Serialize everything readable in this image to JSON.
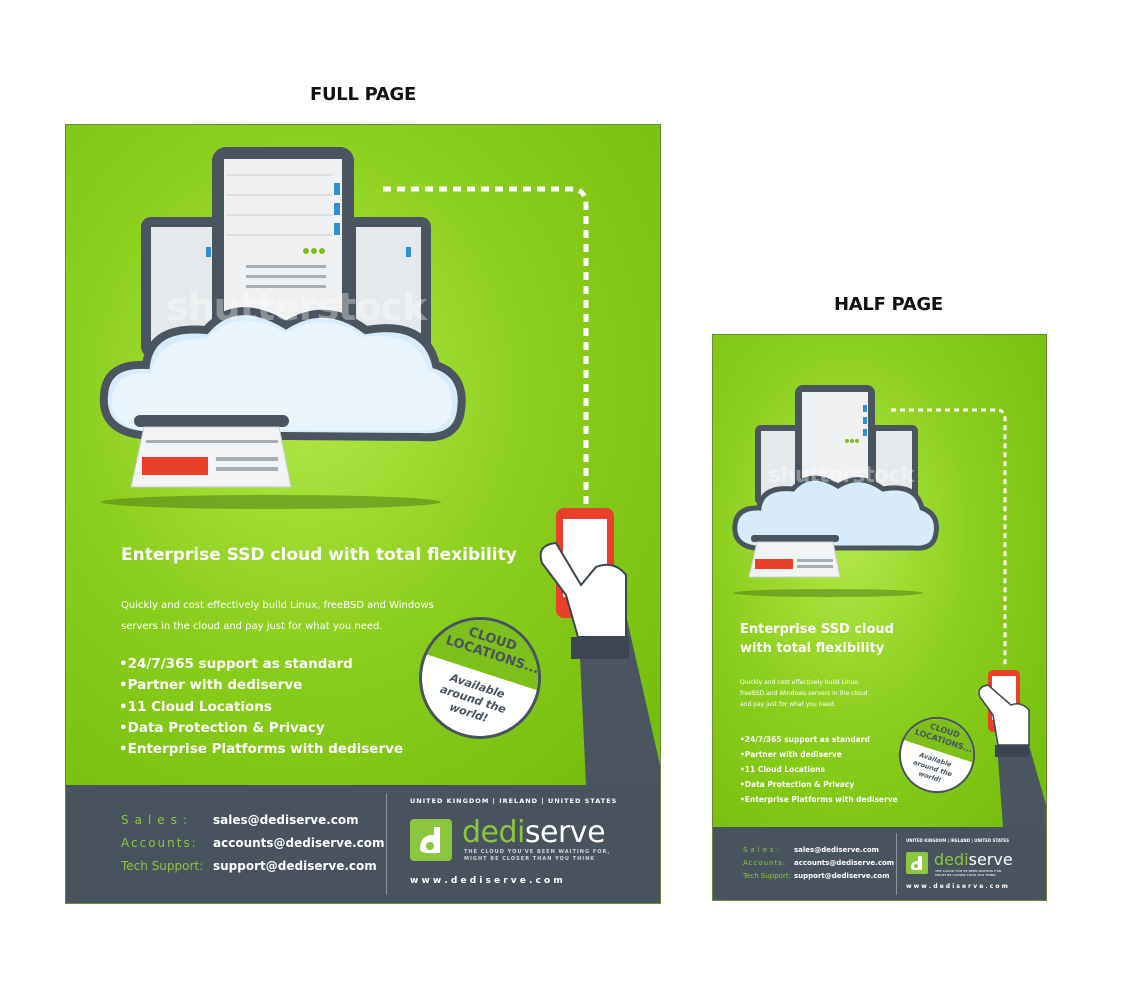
{
  "labels": {
    "full": "FULL PAGE",
    "half": "HALF PAGE"
  },
  "ad": {
    "headline": "Enterprise SSD cloud with total flexibility",
    "headline_half_l1": "Enterprise SSD cloud",
    "headline_half_l2": "with total flexibility",
    "body": "Quickly and cost effectively build Linux, freeBSD and Windows servers in the cloud and pay just for what you need.",
    "body_half": "Quickly and cost effectively build Linux, freeBSD and Windows servers in the cloud and pay just for what you need.",
    "bullets": [
      "24/7/365 support as standard",
      "Partner with dediserve",
      "11 Cloud Locations",
      "Data Protection & Privacy",
      "Enterprise Platforms with dediserve"
    ],
    "bullets_half": [
      "24/7/365 support as standard",
      "Partner with dediserve",
      "11 Cloud Locations",
      "Data Protection & Privacy",
      "Enterprise Platforms with dediserve"
    ],
    "badge_top": "CLOUD LOCATIONS...",
    "badge_bottom": "Available around the world!",
    "watermark": "shutterstock",
    "contacts": [
      {
        "key": "Sales:",
        "value": "sales@dediserve.com"
      },
      {
        "key": "Accounts:",
        "value": "accounts@dediserve.com"
      },
      {
        "key": "Tech Support:",
        "value": "support@dediserve.com"
      }
    ],
    "countries": "UNITED KINGDOM  |  IRELAND  |  UNITED STATES",
    "brand_prefix": "dedi",
    "brand_suffix": "serve",
    "tagline_l1": "THE CLOUD YOU'VE BEEN WAITING FOR,",
    "tagline_l2": "MIGHT BE CLOSER THAN YOU THINK",
    "website": "w w w . d e d i s e r v e . c o m",
    "colors": {
      "green": "#8cc63f",
      "footer": "#48535e",
      "phone": "#e8402a"
    }
  }
}
